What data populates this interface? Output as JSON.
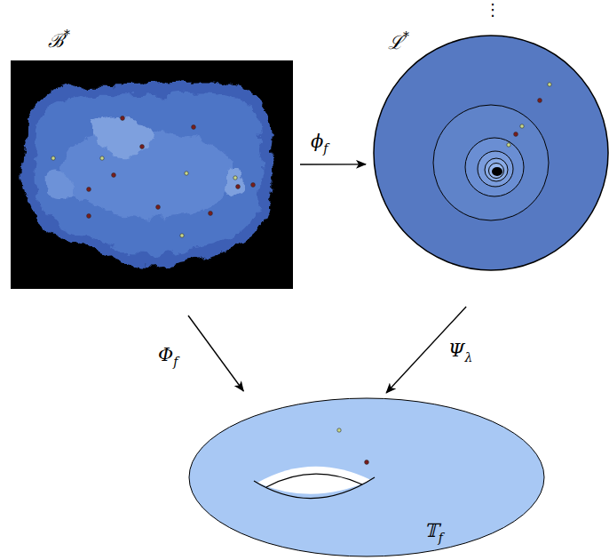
{
  "diagram": {
    "nodes": [
      {
        "text": [
          "ℬ*"
        ]
      },
      {
        "text": [
          "ℒ*"
        ]
      },
      {
        "text": [
          "𝕋f"
        ]
      }
    ],
    "edges": [
      {
        "from": 0,
        "to": 1,
        "arrow": "to",
        "label": "ϕf"
      },
      {
        "from": 0,
        "to": 2,
        "arrow": "to",
        "label": "Φf"
      },
      {
        "from": 1,
        "to": 2,
        "arrow": "to",
        "label": "Ψλ"
      }
    ],
    "labels": [
      "⋮"
    ]
  }
}
